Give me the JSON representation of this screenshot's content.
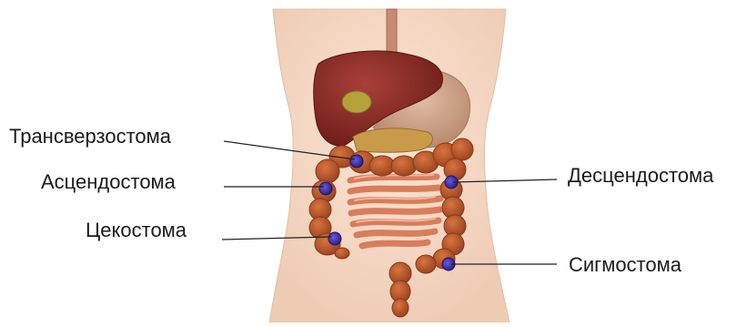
{
  "labels": {
    "transverse": "Трансверзостома",
    "ascending": "Асцендостома",
    "cecum": "Цекостома",
    "descending": "Десцендостома",
    "sigmoid": "Сигмостома"
  },
  "colors": {
    "skin": "#f3d9c4",
    "liver": "#8b2a24",
    "stomach": "#c9a38a",
    "colon": "#b5552c",
    "small_intestine": "#e08a6a",
    "stoma_marker": "#3b2a9a",
    "leader_line": "#222222"
  }
}
